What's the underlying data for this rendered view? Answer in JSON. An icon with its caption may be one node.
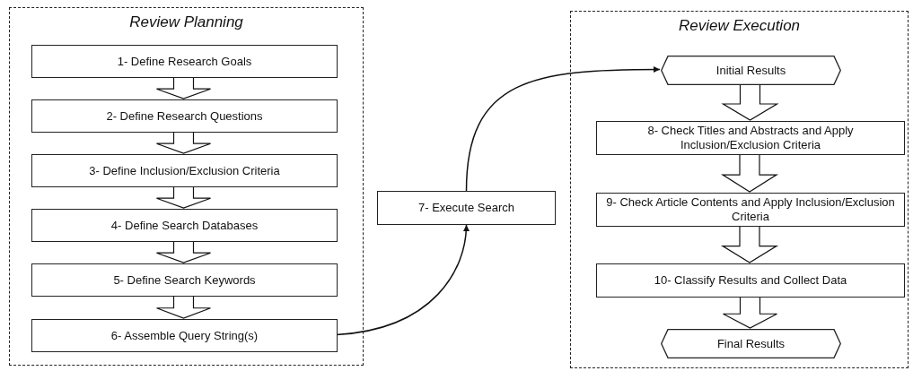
{
  "diagram": {
    "nodes": [
      {
        "text": [
          "Review Planning"
        ]
      },
      {
        "text": [
          "1- Define Research Goals"
        ],
        "in": 0
      },
      {
        "text": [
          "2- Define Research Questions"
        ],
        "in": 0
      },
      {
        "text": [
          "3- Define Inclusion/Exclusion Criteria"
        ],
        "in": 0
      },
      {
        "text": [
          "4- Define Search Databases"
        ],
        "in": 0
      },
      {
        "text": [
          "5- Define Search Keywords"
        ],
        "in": 0
      },
      {
        "text": [
          "6- Assemble Query String(s)"
        ],
        "in": 0
      },
      {
        "text": [
          "7- Execute Search"
        ]
      },
      {
        "text": [
          "Review Execution"
        ]
      },
      {
        "text": [
          "Initial Results"
        ],
        "in": 8
      },
      {
        "text": [
          "8- Check Titles and Abstracts and Apply Inclusion/Exclusion Criteria"
        ],
        "in": 8
      },
      {
        "text": [
          "9- Check Article Contents and Apply Inclusion/Exclusion Criteria"
        ],
        "in": 8
      },
      {
        "text": [
          "10- Classify Results and Collect Data"
        ],
        "in": 8
      },
      {
        "text": [
          "Final Results"
        ],
        "in": 8
      }
    ],
    "edges": [
      {
        "from": 1,
        "to": 2,
        "arrow": "to"
      },
      {
        "from": 2,
        "to": 3,
        "arrow": "to"
      },
      {
        "from": 3,
        "to": 4,
        "arrow": "to"
      },
      {
        "from": 4,
        "to": 5,
        "arrow": "to"
      },
      {
        "from": 5,
        "to": 6,
        "arrow": "to"
      },
      {
        "from": 6,
        "to": 7,
        "arrow": "to"
      },
      {
        "from": 7,
        "to": 9,
        "arrow": "to"
      },
      {
        "from": 9,
        "to": 10,
        "arrow": "to"
      },
      {
        "from": 10,
        "to": 11,
        "arrow": "to"
      },
      {
        "from": 11,
        "to": 12,
        "arrow": "to"
      },
      {
        "from": 12,
        "to": 13,
        "arrow": "to"
      }
    ]
  }
}
